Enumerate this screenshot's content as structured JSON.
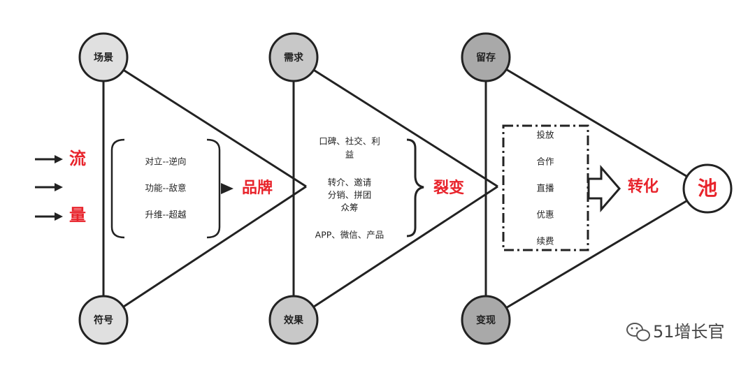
{
  "left_labels": {
    "top": "流",
    "bottom": "量"
  },
  "triangle1": {
    "top_node": "场景",
    "bottom_node": "符号",
    "items": [
      "对立--逆向",
      "功能--敌意",
      "升维--超越"
    ],
    "result": "品牌"
  },
  "triangle2": {
    "top_node": "需求",
    "bottom_node": "效果",
    "items": [
      "口碑、社交、利",
      "益",
      "转介、邀请",
      "分销、拼团",
      "众筹",
      "APP、微信、产品"
    ],
    "result": "裂变"
  },
  "triangle3": {
    "top_node": "留存",
    "bottom_node": "变现",
    "items": [
      "投放",
      "合作",
      "直播",
      "优惠",
      "续费"
    ],
    "result": "转化"
  },
  "end_node": "池",
  "watermark": "51增长官",
  "colors": {
    "accent": "#e8232b",
    "node_fill_light": "#e0e0e0",
    "node_fill_dark": "#a9a9a9",
    "stroke": "#222222"
  },
  "icons": [
    "arrow-right-icon",
    "hollow-arrow-icon",
    "wechat-icon"
  ]
}
